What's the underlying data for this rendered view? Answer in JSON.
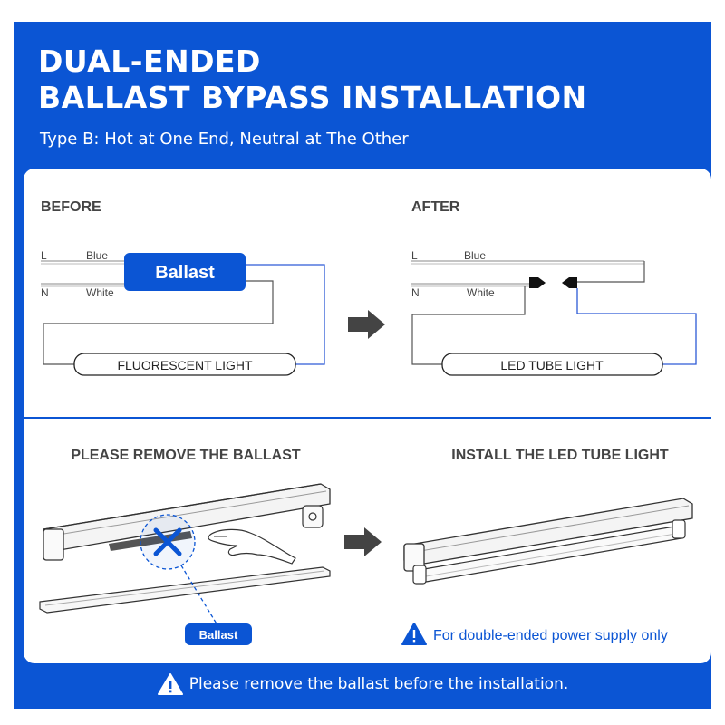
{
  "header": {
    "title_line1": "DUAL-ENDED",
    "title_line2": "BALLAST BYPASS INSTALLATION",
    "subtitle": "Type B: Hot at One End, Neutral at The Other"
  },
  "before": {
    "heading": "BEFORE",
    "wire_l": "L",
    "wire_l_color": "Blue",
    "wire_n": "N",
    "wire_n_color": "White",
    "ballast_label": "Ballast",
    "light_label": "FLUORESCENT LIGHT"
  },
  "after": {
    "heading": "AFTER",
    "wire_l": "L",
    "wire_l_color": "Blue",
    "wire_n": "N",
    "wire_n_color": "White",
    "light_label": "LED TUBE LIGHT"
  },
  "steps": {
    "remove_heading": "PLEASE REMOVE THE BALLAST",
    "install_heading": "INSTALL THE LED TUBE LIGHT",
    "ballast_tag": "Ballast",
    "note": "For double-ended power supply only"
  },
  "footer": {
    "warning": "Please remove the ballast before the installation."
  },
  "colors": {
    "brand_blue": "#0b55d4",
    "wire_blue": "#2d5bd6",
    "line_gray": "#555555"
  },
  "icons": [
    "arrow-right-icon",
    "remove-x-icon",
    "hand-icon",
    "warning-icon"
  ]
}
